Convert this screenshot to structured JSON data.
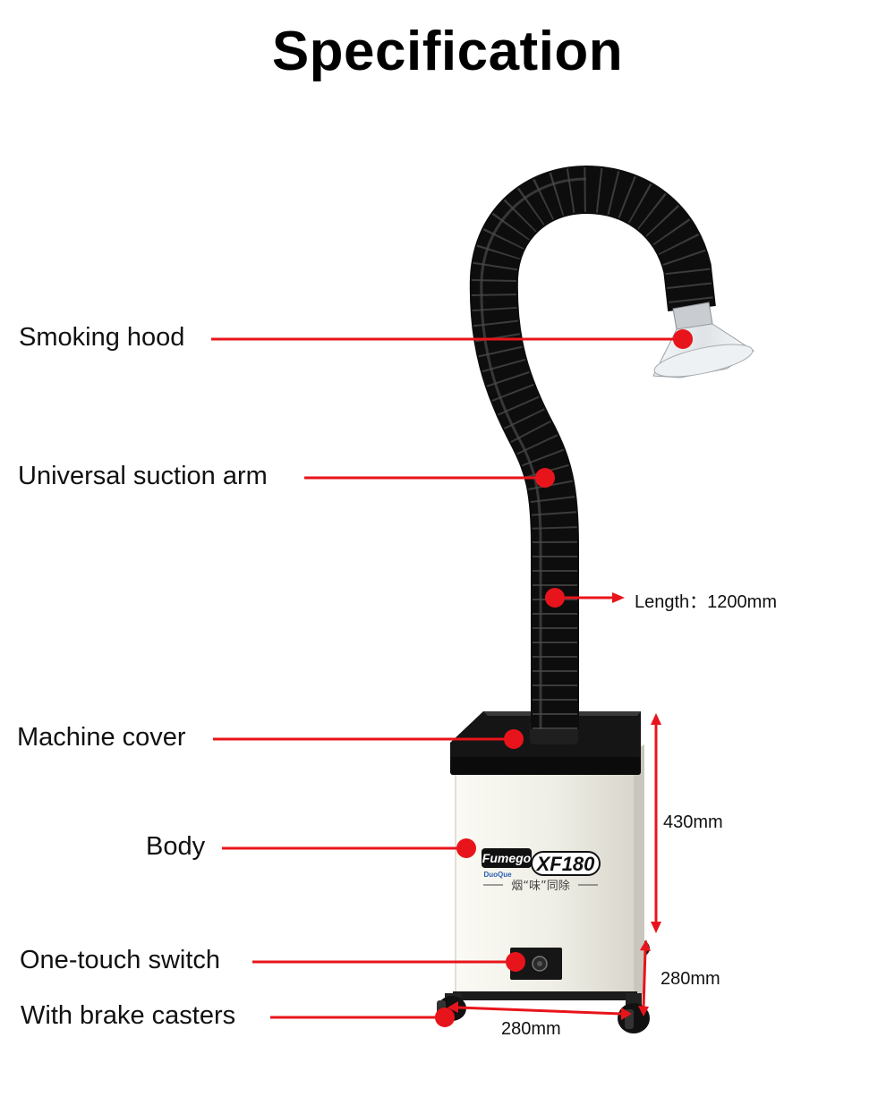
{
  "page": {
    "title": "Specification"
  },
  "product": {
    "brand": "Fumego",
    "brand_sub": "DuoQue",
    "model": "XF180",
    "tagline": "烟“味”同除"
  },
  "labels": {
    "smoking_hood": "Smoking hood",
    "suction_arm": "Universal suction arm",
    "machine_cover": "Machine cover",
    "body": "Body",
    "switch": "One-touch switch",
    "casters": "With brake casters"
  },
  "dimensions": {
    "length_label": "Length：",
    "length_value": "1200mm",
    "height": "430mm",
    "depth": "280mm",
    "width": "280mm"
  },
  "colors": {
    "callout": "#e8141b",
    "body": "#efeee6",
    "cover": "#111111",
    "hose": "#0d0d0d"
  }
}
